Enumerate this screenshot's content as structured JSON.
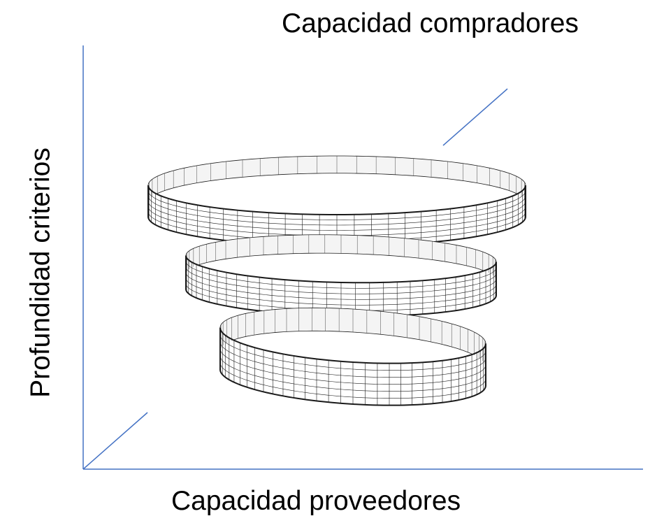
{
  "labels": {
    "top": "Capacidad compradores",
    "bottom": "Capacidad proveedores",
    "left": "Profundidad criterios"
  },
  "colors": {
    "axis": "#4472c4",
    "mesh": "#1a1a1a",
    "band_fill": "#ffffff"
  }
}
